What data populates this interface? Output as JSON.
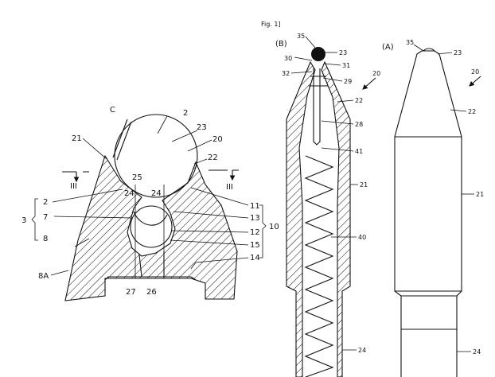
{
  "figure": {
    "title": "Fig. 1]",
    "views": {
      "b": "(B)",
      "a": "(A)"
    }
  },
  "left_diagram": {
    "labels": {
      "C": "C",
      "n2_top": "2",
      "n21": "21",
      "n23": "23",
      "n20": "20",
      "n22": "22",
      "n25": "25",
      "n24a": "24",
      "n24b": "24",
      "iii_left": "III",
      "iii_right": "III",
      "n2_left": "2",
      "n3": "3",
      "n7": "7",
      "n8": "8",
      "n8A": "8A",
      "n11": "11",
      "n13": "13",
      "n12": "12",
      "n10": "10",
      "n15": "15",
      "n14": "14",
      "n27": "27",
      "n26": "26"
    }
  },
  "middle_diagram": {
    "labels": {
      "n35": "35",
      "n23": "23",
      "n30": "30",
      "n31": "31",
      "n32": "32",
      "n29": "29",
      "n20": "20",
      "n22": "22",
      "n28": "28",
      "n41": "41",
      "n21": "21",
      "n40": "40",
      "n24": "24"
    }
  },
  "right_diagram": {
    "labels": {
      "n35": "35",
      "n23": "23",
      "n20": "20",
      "n22": "22",
      "n21": "21",
      "n24": "24"
    }
  }
}
